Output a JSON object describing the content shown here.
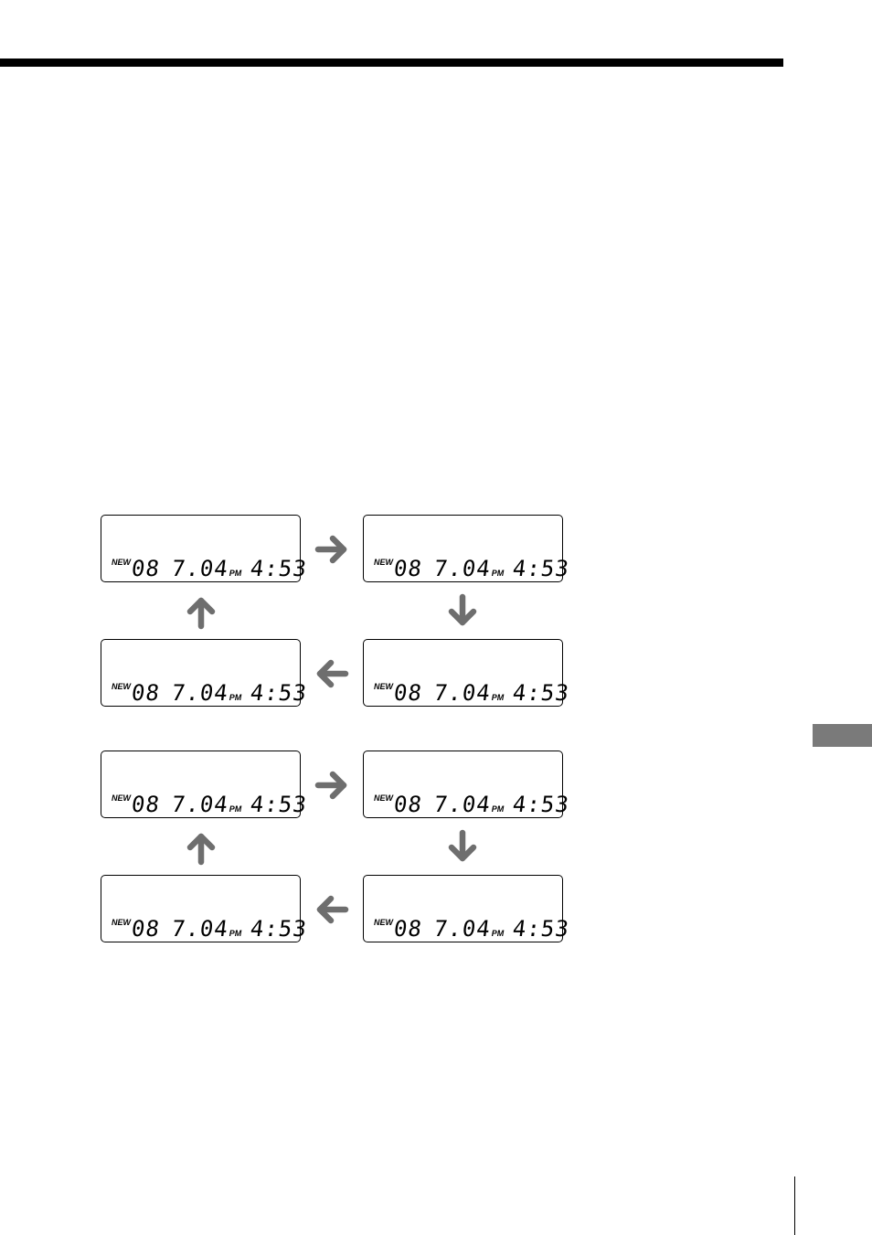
{
  "display": {
    "new_indicator": "NEW",
    "message_number": "08",
    "date": "7.04",
    "meridiem": "PM",
    "time": "4:53"
  },
  "colors": {
    "arrow": "#6e6e6e",
    "side_tab": "#7a7a7a"
  },
  "icons": [
    "arrow-right-icon",
    "arrow-down-icon",
    "arrow-left-icon",
    "arrow-up-icon"
  ]
}
